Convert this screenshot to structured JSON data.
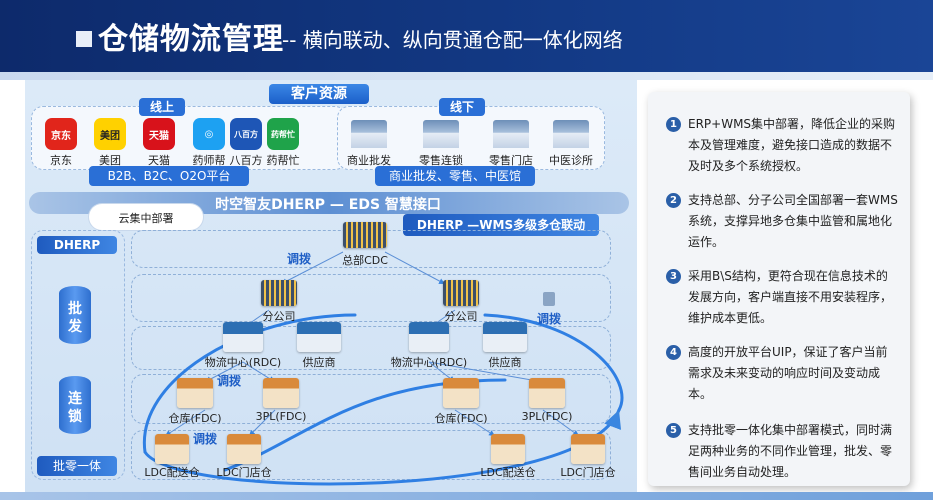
{
  "header": {
    "title": "仓储物流管理",
    "subtitle": "-- 横向联动、纵向贯通仓配一体化网络"
  },
  "diagram": {
    "customer_resources": "客户资源",
    "online": {
      "label": "线上",
      "platforms": [
        {
          "name": "京东",
          "icon": "jd-logo",
          "color": "#e1251b",
          "glyph": "京东"
        },
        {
          "name": "美团",
          "icon": "meituan-logo",
          "color": "#ffd100",
          "glyph": "美团"
        },
        {
          "name": "天猫",
          "icon": "tmall-logo",
          "color": "#d8121b",
          "glyph": "天猫"
        },
        {
          "name": "药师帮",
          "icon": "yaoshibang-logo",
          "color": "#1da1f2",
          "glyph": "◎"
        },
        {
          "name": "八百方",
          "icon": "babaifang-logo",
          "color": "#1e56b6",
          "glyph": "八百方"
        },
        {
          "name": "药帮忙",
          "icon": "yaobangmang-logo",
          "color": "#1fa34a",
          "glyph": "药帮忙"
        }
      ],
      "platform_bar": "B2B、B2C、O2O平台"
    },
    "offline": {
      "label": "线下",
      "channels": [
        "商业批发",
        "零售连锁",
        "零售门店",
        "中医诊所"
      ],
      "channel_bar": "商业批发、零售、中医馆"
    },
    "cloud_label": "云集中部署",
    "interface_banner": "时空智友DHERP — EDS 智慧接口",
    "dherp_label": "DHERP",
    "wms_banner": "DHERP —WMS多级多仓联动",
    "cylinders": [
      "批发",
      "连锁"
    ],
    "left_bottom": "批零一体",
    "hq": "总部CDC",
    "branch": "分公司",
    "rdc": "物流中心(RDC)",
    "supplier": "供应商",
    "fdc": "仓库(FDC)",
    "tpl": "3PL(FDC)",
    "ldc_delivery": "LDC配送仓",
    "ldc_store": "LDC门店仓",
    "transfer": "调拨"
  },
  "panel": {
    "items": [
      {
        "num": "1",
        "text": "ERP+WMS集中部署，降低企业的采购本及管理难度，避免接口造成的数据不及时及多个系统授权。"
      },
      {
        "num": "2",
        "text": "支持总部、分子公司全国部署一套WMS系统，支撑异地多仓集中监管和属地化运作。"
      },
      {
        "num": "3",
        "text": "采用B\\S结构，更符合现在信息技术的发展方向，客户端直接不用安装程序，维护成本更低。"
      },
      {
        "num": "4",
        "text": "高度的开放平台UIP，保证了客户当前需求及未来变动的响应时间及变动成本。"
      },
      {
        "num": "5",
        "text": "支持批零一体化集中部署模式，同时满足两种业务的不同作业管理，批发、零售间业务自动处理。"
      }
    ]
  },
  "colors": {
    "header_bg": "#133a86",
    "accent_blue": "#2a6fd6",
    "dark_blue": "#1e4a9a",
    "number_badge": "#2a5fa8"
  }
}
